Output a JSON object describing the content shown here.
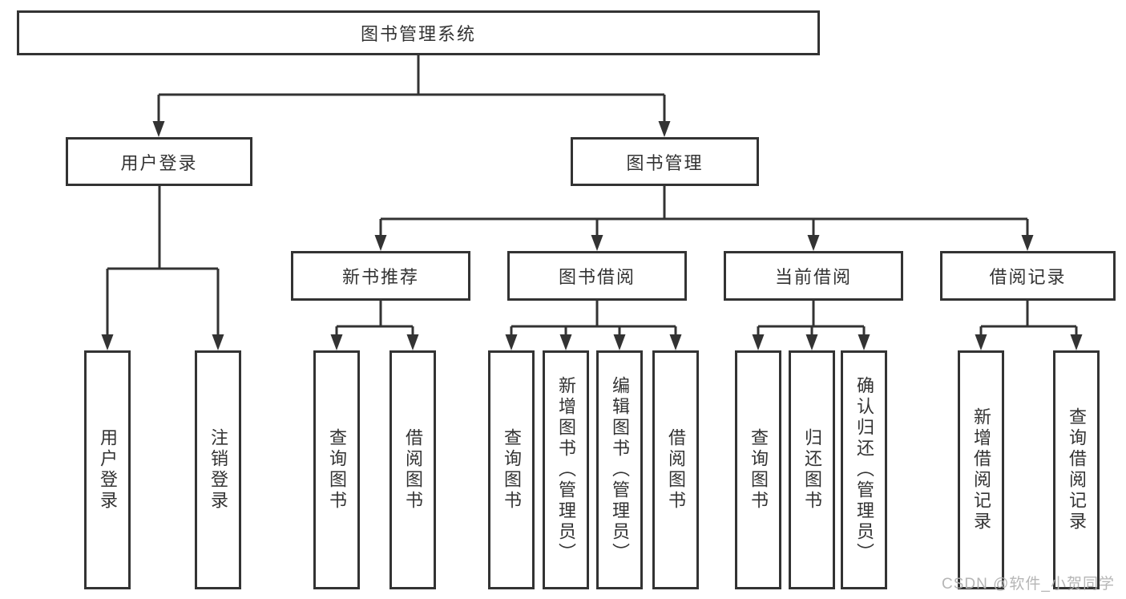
{
  "colors": {
    "line": "#333333",
    "box_border": "#333333",
    "text": "#333333",
    "watermark": "#b2b2b2",
    "background": "#ffffff"
  },
  "tree": {
    "label": "图书管理系统",
    "children": [
      {
        "label": "用户登录",
        "children": [
          {
            "label": "用户登录"
          },
          {
            "label": "注销登录"
          }
        ]
      },
      {
        "label": "图书管理",
        "children": [
          {
            "label": "新书推荐",
            "children": [
              {
                "label": "查询图书"
              },
              {
                "label": "借阅图书"
              }
            ]
          },
          {
            "label": "图书借阅",
            "children": [
              {
                "label": "查询图书"
              },
              {
                "label": "新增图书（管理员）"
              },
              {
                "label": "编辑图书（管理员）"
              },
              {
                "label": "借阅图书"
              }
            ]
          },
          {
            "label": "当前借阅",
            "children": [
              {
                "label": "查询图书"
              },
              {
                "label": "归还图书"
              },
              {
                "label": "确认归还（管理员）"
              }
            ]
          },
          {
            "label": "借阅记录",
            "children": [
              {
                "label": "新增借阅记录"
              },
              {
                "label": "查询借阅记录"
              }
            ]
          }
        ]
      }
    ]
  },
  "watermark": {
    "text": "CSDN @软件_小贺同学"
  }
}
